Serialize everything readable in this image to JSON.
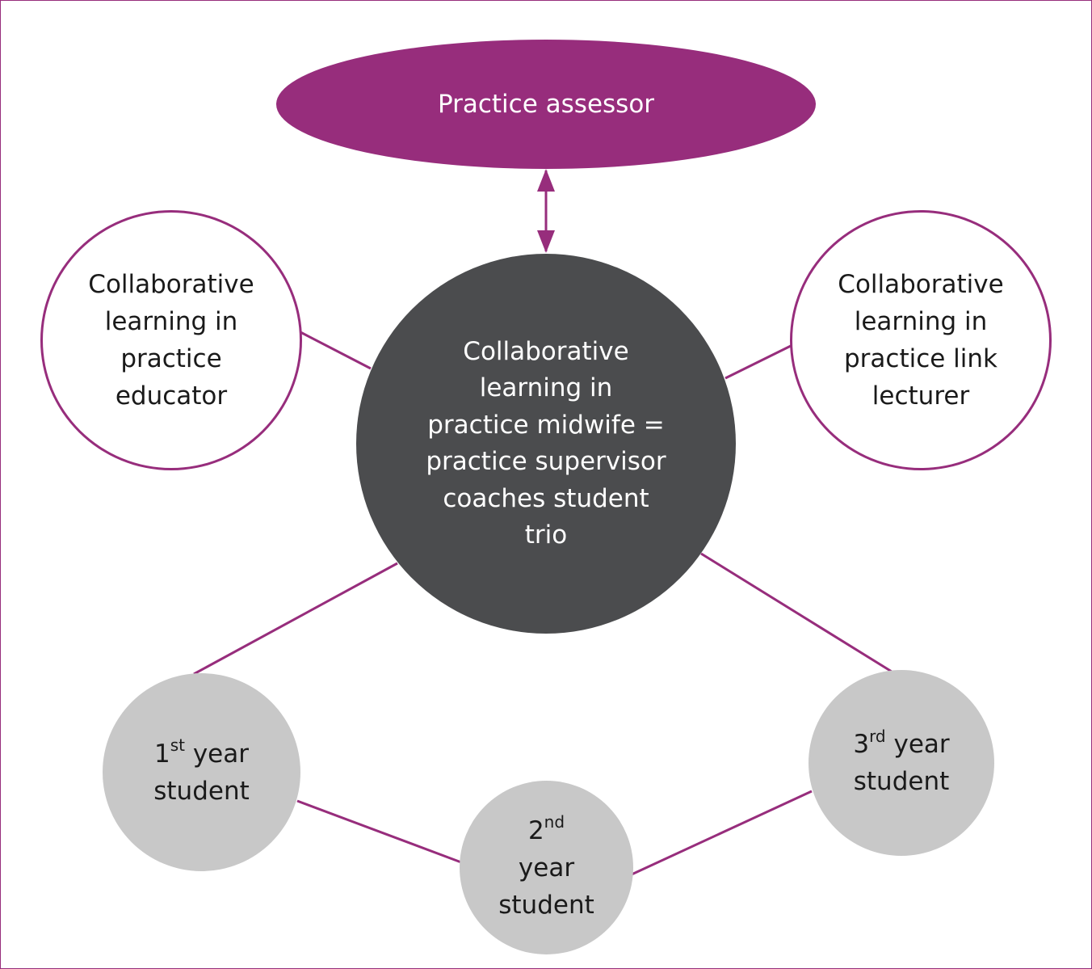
{
  "colors": {
    "accent": "#972d7c",
    "center_fill": "#4b4c4e",
    "student_fill": "#c8c8c8",
    "dark_text": "#1a1a1a",
    "light_text": "#ffffff"
  },
  "nodes": {
    "assessor": {
      "line1": "Practice assessor"
    },
    "educator": {
      "line1": "Collaborative",
      "line2": "learning in",
      "line3": "practice",
      "line4": "educator"
    },
    "lecturer": {
      "line1": "Collaborative",
      "line2": "learning in",
      "line3": "practice link",
      "line4": "lecturer"
    },
    "center": {
      "line1": "Collaborative",
      "line2": "learning in",
      "line3": "practice midwife =",
      "line4": "practice supervisor",
      "line5": "coaches student",
      "line6": "trio"
    },
    "year1": {
      "num": "1",
      "sup": "st",
      "word": " year",
      "line2": "student"
    },
    "year2": {
      "num": "2",
      "sup": "nd",
      "line2": "year",
      "line3": "student"
    },
    "year3": {
      "num": "3",
      "sup": "rd",
      "word": " year",
      "line2": "student"
    }
  }
}
